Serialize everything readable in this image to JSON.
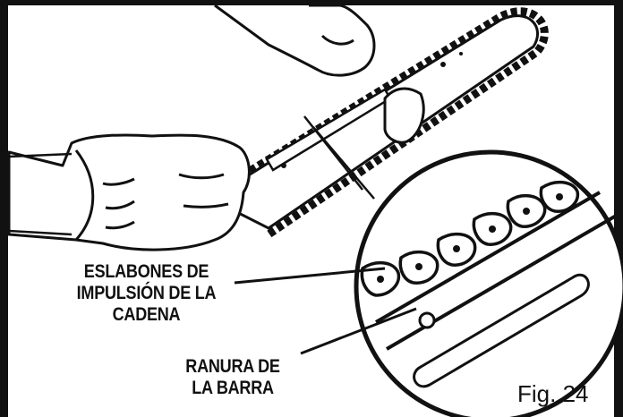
{
  "labels": {
    "drive_links_line1": "ESLABONES DE",
    "drive_links_line2": "IMPULSIÓN DE LA",
    "drive_links_line3": "CADENA",
    "bar_groove_line1": "RANURA DE",
    "bar_groove_line2": "LA BARRA"
  },
  "figure_number": "Fig. 24",
  "colors": {
    "ink": "#111111",
    "background": "#ffffff"
  },
  "icons": [
    "left-glove",
    "right-glove",
    "chain-bar",
    "detail-magnifier"
  ]
}
